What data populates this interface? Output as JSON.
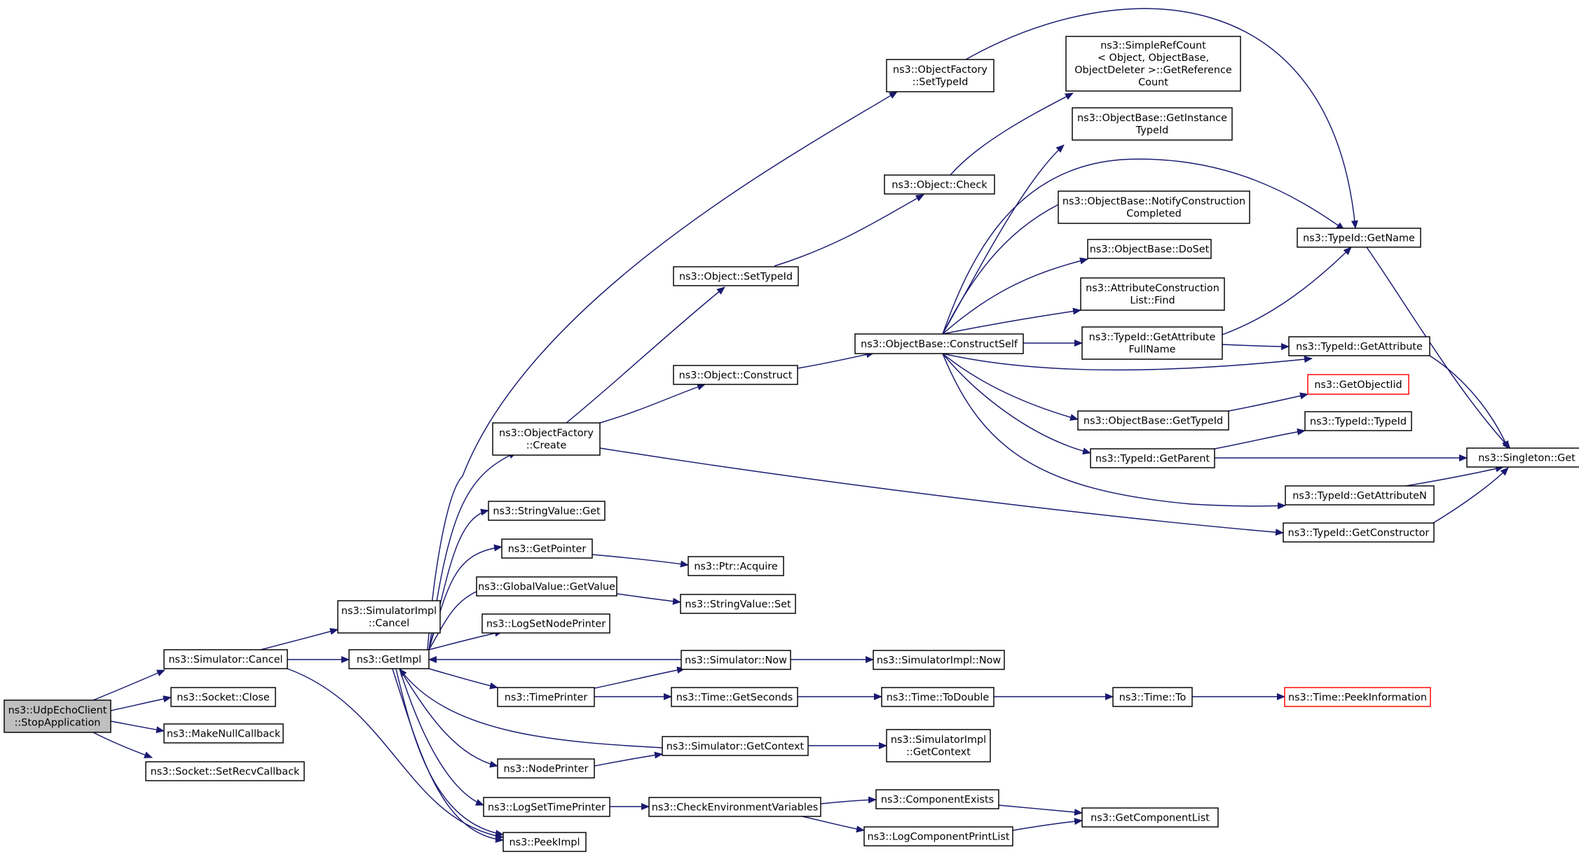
{
  "diagram": {
    "colors": {
      "edge": "#191970",
      "node_border": "#000000",
      "root_fill": "#bfbfbf",
      "external_border": "#ff0000"
    },
    "nodes": [
      {
        "id": "root",
        "lines": [
          "ns3::UdpEchoClient",
          "::StopApplication"
        ],
        "root": true
      },
      {
        "id": "simcancel",
        "lines": [
          "ns3::Simulator::Cancel"
        ]
      },
      {
        "id": "sockclose",
        "lines": [
          "ns3::Socket::Close"
        ]
      },
      {
        "id": "makenull",
        "lines": [
          "ns3::MakeNullCallback"
        ]
      },
      {
        "id": "setrecv",
        "lines": [
          "ns3::Socket::SetRecvCallback"
        ]
      },
      {
        "id": "simimplcancel",
        "lines": [
          "ns3::SimulatorImpl",
          "::Cancel"
        ]
      },
      {
        "id": "getimpl",
        "lines": [
          "ns3::GetImpl"
        ]
      },
      {
        "id": "peekimpl",
        "lines": [
          "ns3::PeekImpl"
        ]
      },
      {
        "id": "ofcreate",
        "lines": [
          "ns3::ObjectFactory",
          "::Create"
        ]
      },
      {
        "id": "strget",
        "lines": [
          "ns3::StringValue::Get"
        ]
      },
      {
        "id": "getpointer",
        "lines": [
          "ns3::GetPointer"
        ]
      },
      {
        "id": "gvgetvalue",
        "lines": [
          "ns3::GlobalValue::GetValue"
        ]
      },
      {
        "id": "lognodeprinter",
        "lines": [
          "ns3::LogSetNodePrinter"
        ]
      },
      {
        "id": "timeprinter",
        "lines": [
          "ns3::TimePrinter"
        ]
      },
      {
        "id": "nodeprinter",
        "lines": [
          "ns3::NodePrinter"
        ]
      },
      {
        "id": "logtimeprinter",
        "lines": [
          "ns3::LogSetTimePrinter"
        ]
      },
      {
        "id": "ofsettypeid",
        "lines": [
          "ns3::ObjectFactory",
          "::SetTypeId"
        ]
      },
      {
        "id": "objsettypeid",
        "lines": [
          "ns3::Object::SetTypeId"
        ]
      },
      {
        "id": "objconstruct",
        "lines": [
          "ns3::Object::Construct"
        ]
      },
      {
        "id": "ptracquire",
        "lines": [
          "ns3::Ptr::Acquire"
        ]
      },
      {
        "id": "strset",
        "lines": [
          "ns3::StringValue::Set"
        ]
      },
      {
        "id": "simnow",
        "lines": [
          "ns3::Simulator::Now"
        ]
      },
      {
        "id": "timegetseconds",
        "lines": [
          "ns3::Time::GetSeconds"
        ]
      },
      {
        "id": "simgetcontext",
        "lines": [
          "ns3::Simulator::GetContext"
        ]
      },
      {
        "id": "checkenv",
        "lines": [
          "ns3::CheckEnvironmentVariables"
        ]
      },
      {
        "id": "objcheck",
        "lines": [
          "ns3::Object::Check"
        ]
      },
      {
        "id": "constructself",
        "lines": [
          "ns3::ObjectBase::ConstructSelf"
        ]
      },
      {
        "id": "simimplnow",
        "lines": [
          "ns3::SimulatorImpl::Now"
        ]
      },
      {
        "id": "timetodouble",
        "lines": [
          "ns3::Time::ToDouble"
        ]
      },
      {
        "id": "simimplgetcontext",
        "lines": [
          "ns3::SimulatorImpl",
          "::GetContext"
        ]
      },
      {
        "id": "compexists",
        "lines": [
          "ns3::ComponentExists"
        ]
      },
      {
        "id": "logcompprint",
        "lines": [
          "ns3::LogComponentPrintList"
        ]
      },
      {
        "id": "getrefcount",
        "lines": [
          "ns3::SimpleRefCount",
          "< Object, ObjectBase,",
          " ObjectDeleter >::GetReference",
          "Count"
        ]
      },
      {
        "id": "getinsttypeid",
        "lines": [
          "ns3::ObjectBase::GetInstance",
          "TypeId"
        ]
      },
      {
        "id": "notifyconst",
        "lines": [
          "ns3::ObjectBase::NotifyConstruction",
          "Completed"
        ]
      },
      {
        "id": "doset",
        "lines": [
          "ns3::ObjectBase::DoSet"
        ]
      },
      {
        "id": "attrconstfind",
        "lines": [
          "ns3::AttributeConstruction",
          "List::Find"
        ]
      },
      {
        "id": "getattrfullname",
        "lines": [
          "ns3::TypeId::GetAttribute",
          "FullName"
        ]
      },
      {
        "id": "obgettypeid",
        "lines": [
          "ns3::ObjectBase::GetTypeId"
        ]
      },
      {
        "id": "tidgetparent",
        "lines": [
          "ns3::TypeId::GetParent"
        ]
      },
      {
        "id": "timeto",
        "lines": [
          "ns3::Time::To"
        ]
      },
      {
        "id": "getcomplist",
        "lines": [
          "ns3::GetComponentList"
        ]
      },
      {
        "id": "tidgetname",
        "lines": [
          "ns3::TypeId::GetName"
        ]
      },
      {
        "id": "tidgetattr",
        "lines": [
          "ns3::TypeId::GetAttribute"
        ]
      },
      {
        "id": "getobjectiid",
        "lines": [
          "ns3::GetObjectIid"
        ],
        "external": true
      },
      {
        "id": "tidtypeid",
        "lines": [
          "ns3::TypeId::TypeId"
        ]
      },
      {
        "id": "tidgetattrn",
        "lines": [
          "ns3::TypeId::GetAttributeN"
        ]
      },
      {
        "id": "tidgetconstructor",
        "lines": [
          "ns3::TypeId::GetConstructor"
        ]
      },
      {
        "id": "peekinfo",
        "lines": [
          "ns3::Time::PeekInformation"
        ],
        "external": true
      },
      {
        "id": "singletonget",
        "lines": [
          "ns3::Singleton::Get"
        ]
      }
    ]
  }
}
